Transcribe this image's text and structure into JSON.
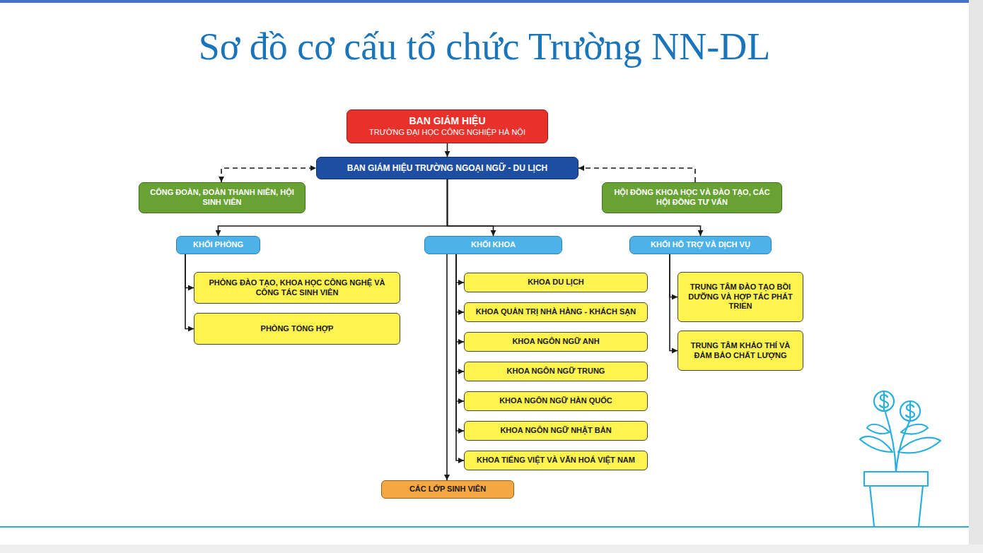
{
  "diagram": {
    "title": "Sơ đồ cơ cấu tổ chức Trường NN-DL",
    "nodes": [
      {
        "text": [
          "BAN GIÁM HIỆU",
          "TRƯỜNG ĐẠI HỌC CÔNG NGHIỆP HÀ NỘI"
        ]
      },
      {
        "text": [
          "BAN GIÁM HIỆU TRƯỜNG NGOẠI NGỮ - DU LỊCH"
        ]
      },
      {
        "text": [
          "CÔNG ĐOÀN, ĐOÀN THANH NIÊN, HỘI SINH VIÊN"
        ]
      },
      {
        "text": [
          "HỘI ĐỒNG KHOA HỌC VÀ ĐÀO TẠO, CÁC HỘI ĐỒNG TƯ VẤN"
        ]
      },
      {
        "text": [
          "KHỐI PHÒNG"
        ]
      },
      {
        "text": [
          "KHỐI KHOA"
        ]
      },
      {
        "text": [
          "KHỐI HỖ TRỢ VÀ DỊCH VỤ"
        ]
      },
      {
        "text": [
          "PHÒNG ĐÀO TẠO, KHOA HỌC CÔNG NGHỆ VÀ CÔNG TÁC SINH VIÊN"
        ]
      },
      {
        "text": [
          "PHÒNG TỔNG HỢP"
        ]
      },
      {
        "text": [
          "KHOA DU LỊCH"
        ]
      },
      {
        "text": [
          "KHOA QUẢN TRỊ NHÀ HÀNG - KHÁCH SẠN"
        ]
      },
      {
        "text": [
          "KHOA NGÔN NGỮ ANH"
        ]
      },
      {
        "text": [
          "KHOA NGÔN NGỮ TRUNG"
        ]
      },
      {
        "text": [
          "KHOA NGÔN NGỮ HÀN QUỐC"
        ]
      },
      {
        "text": [
          "KHOA NGÔN NGỮ NHẬT BẢN"
        ]
      },
      {
        "text": [
          "KHOA TIẾNG VIỆT VÀ VĂN HOÁ VIỆT NAM"
        ]
      },
      {
        "text": [
          "TRUNG TÂM ĐÀO TẠO BỒI DƯỠNG VÀ HỢP TÁC PHÁT TRIỂN"
        ]
      },
      {
        "text": [
          "TRUNG TÂM KHẢO THÍ VÀ ĐẢM BẢO CHẤT LƯỢNG"
        ]
      },
      {
        "text": [
          "CÁC LỚP SINH VIÊN"
        ]
      }
    ],
    "edges": [
      {
        "from": 0,
        "to": 1,
        "arrow": "to"
      },
      {
        "from": 2,
        "to": 1,
        "arrow": "both"
      },
      {
        "from": 3,
        "to": 1,
        "arrow": "to"
      },
      {
        "from": 1,
        "to": 4,
        "arrow": "to"
      },
      {
        "from": 1,
        "to": 5,
        "arrow": "to"
      },
      {
        "from": 1,
        "to": 6,
        "arrow": "to"
      },
      {
        "from": 4,
        "to": 7,
        "arrow": "to"
      },
      {
        "from": 4,
        "to": 8,
        "arrow": "to"
      },
      {
        "from": 5,
        "to": 9,
        "arrow": "to"
      },
      {
        "from": 5,
        "to": 10,
        "arrow": "to"
      },
      {
        "from": 5,
        "to": 11,
        "arrow": "to"
      },
      {
        "from": 5,
        "to": 12,
        "arrow": "to"
      },
      {
        "from": 5,
        "to": 13,
        "arrow": "to"
      },
      {
        "from": 5,
        "to": 14,
        "arrow": "to"
      },
      {
        "from": 5,
        "to": 15,
        "arrow": "to"
      },
      {
        "from": 5,
        "to": 18,
        "arrow": "to"
      },
      {
        "from": 6,
        "to": 16,
        "arrow": "to"
      },
      {
        "from": 6,
        "to": 17,
        "arrow": "to"
      }
    ]
  }
}
